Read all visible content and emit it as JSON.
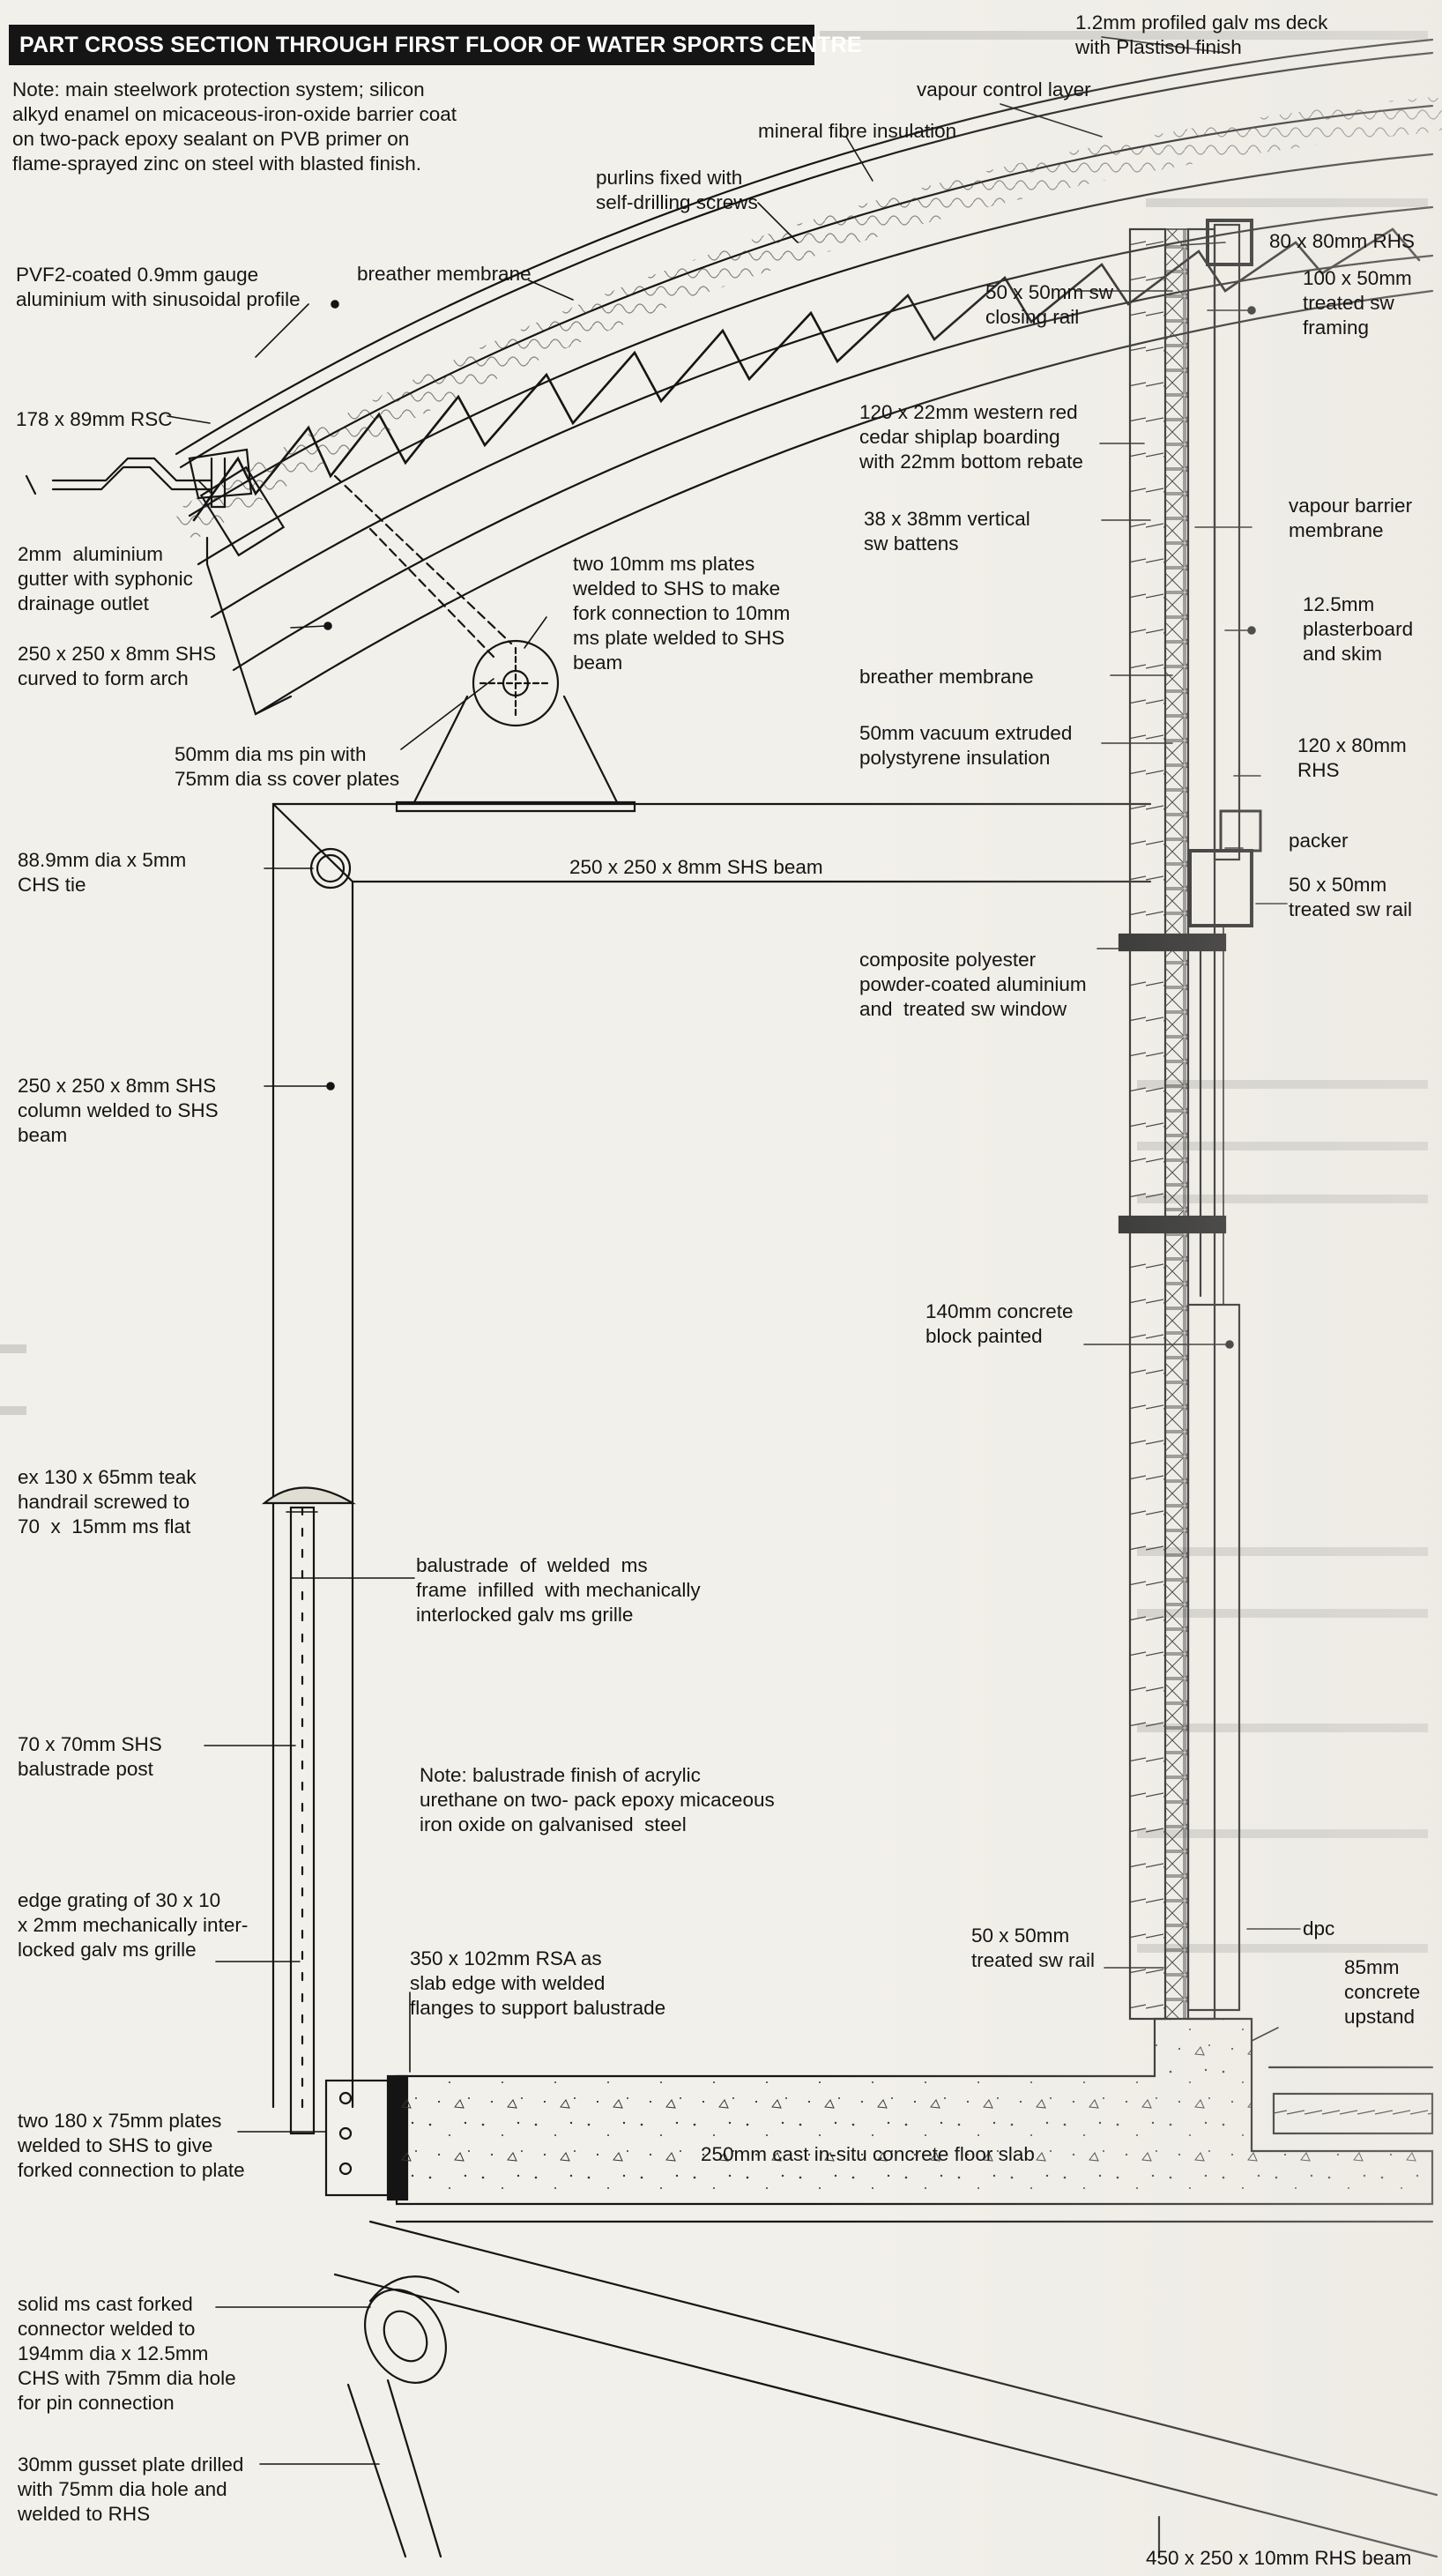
{
  "title": "PART CROSS SECTION THROUGH FIRST FLOOR OF WATER SPORTS CENTRE",
  "notes": {
    "steelwork": "Note: main steelwork protection system; silicon\nalkyd enamel on micaceous-iron-oxide barrier coat\non two-pack epoxy sealant on PVB primer on\nflame-sprayed zinc on steel with blasted finish.",
    "balustrade": "Note: balustrade finish of acrylic\nurethane on two- pack epoxy micaceous\niron oxide on galvanised  steel"
  },
  "labels": {
    "deck": "1.2mm profiled galv ms deck\nwith Plastisol finish",
    "vapour_control": "vapour control layer",
    "mineral_fibre": "mineral fibre insulation",
    "purlins": "purlins fixed with\nself-drilling screws",
    "pvf2": "PVF2-coated 0.9mm gauge\naluminium with sinusoidal profile",
    "breather_roof": "breather membrane",
    "rsc": "178 x 89mm RSC",
    "gutter": "2mm  aluminium\ngutter with syphonic\ndrainage outlet",
    "shs_arch": "250 x 250 x 8mm SHS\ncurved to form arch",
    "fork_plates": "two 10mm ms plates\nwelded to SHS to make\nfork connection to 10mm\nms plate welded to SHS\nbeam",
    "pin": "50mm dia ms pin with\n75mm dia ss cover plates",
    "chs_tie": "88.9mm dia x 5mm\nCHS tie",
    "shs_beam": "250 x 250 x 8mm SHS beam",
    "shs_column": "250 x 250 x 8mm SHS\ncolumn welded to SHS\nbeam",
    "rhs_80": "80 x 80mm RHS",
    "framing": "100 x 50mm\ntreated sw\nframing",
    "closing_rail": "50 x 50mm sw\nclosing rail",
    "cedar": "120 x 22mm western red\ncedar shiplap boarding\nwith 22mm bottom rebate",
    "battens": "38 x 38mm vertical\nsw battens",
    "vapour_barrier": "vapour barrier\nmembrane",
    "plasterboard": "12.5mm\nplasterboard\nand skim",
    "breather_wall": "breather membrane",
    "polystyrene": "50mm vacuum extruded\npolystyrene insulation",
    "rhs_120": "120 x 80mm\nRHS",
    "packer": "packer",
    "rail_upper": "50 x 50mm\ntreated sw rail",
    "window": "composite polyester\npowder-coated aluminium\nand  treated sw window",
    "block": "140mm concrete\nblock painted",
    "handrail": "ex 130 x 65mm teak\nhandrail screwed to\n70  x  15mm ms flat",
    "balustrade": "balustrade  of  welded  ms\nframe  infilled  with mechanically\ninterlocked galv ms grille",
    "post": "70 x 70mm SHS\nbalustrade post",
    "grating": "edge grating of 30 x 10\nx 2mm mechanically inter-\nlocked galv ms grille",
    "rsa": "350 x 102mm RSA as\nslab edge with welded\nflanges to support balustrade",
    "rail_lower": "50 x 50mm\ntreated sw rail",
    "dpc": "dpc",
    "upstand": "85mm\nconcrete\nupstand",
    "plates_180": "two 180 x 75mm plates\nwelded to SHS to give\nforked connection to plate",
    "slab": "250mm cast in-situ concrete floor slab",
    "connector": "solid ms cast forked\nconnector welded to\n194mm dia x 12.5mm\nCHS with 75mm dia hole\nfor pin connection",
    "gusset": "30mm gusset plate drilled\nwith 75mm dia hole and\nwelded to RHS",
    "rhs_beam": "450 x 250 x 10mm RHS beam"
  },
  "colors": {
    "ink": "#151515",
    "paper": "#f2f0ea",
    "title_bg": "#151515",
    "title_fg": "#ffffff"
  }
}
